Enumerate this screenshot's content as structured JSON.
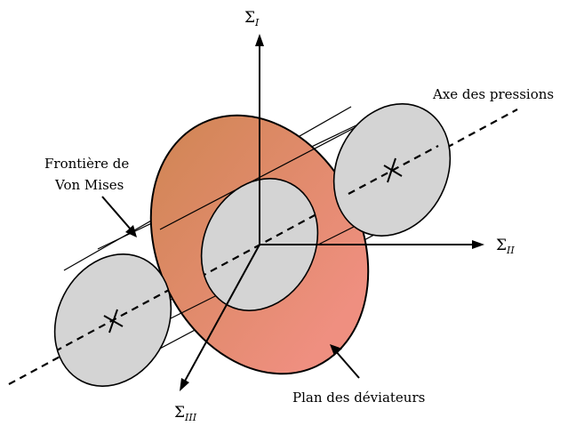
{
  "labels": {
    "sigma_symbol": "Σ",
    "axis_1_sub": "I",
    "axis_2_sub": "II",
    "axis_3_sub": "III",
    "pressure_axis": "Axe des pressions",
    "von_mises_line1": "Frontière de",
    "von_mises_line2": "Von Mises",
    "deviator_plane": "Plan des déviateurs"
  },
  "colors": {
    "plane_top": "#cf8552",
    "plane_bottom": "#ef8f80",
    "circle_fill": "#d4d4d4",
    "stroke": "#000000"
  }
}
